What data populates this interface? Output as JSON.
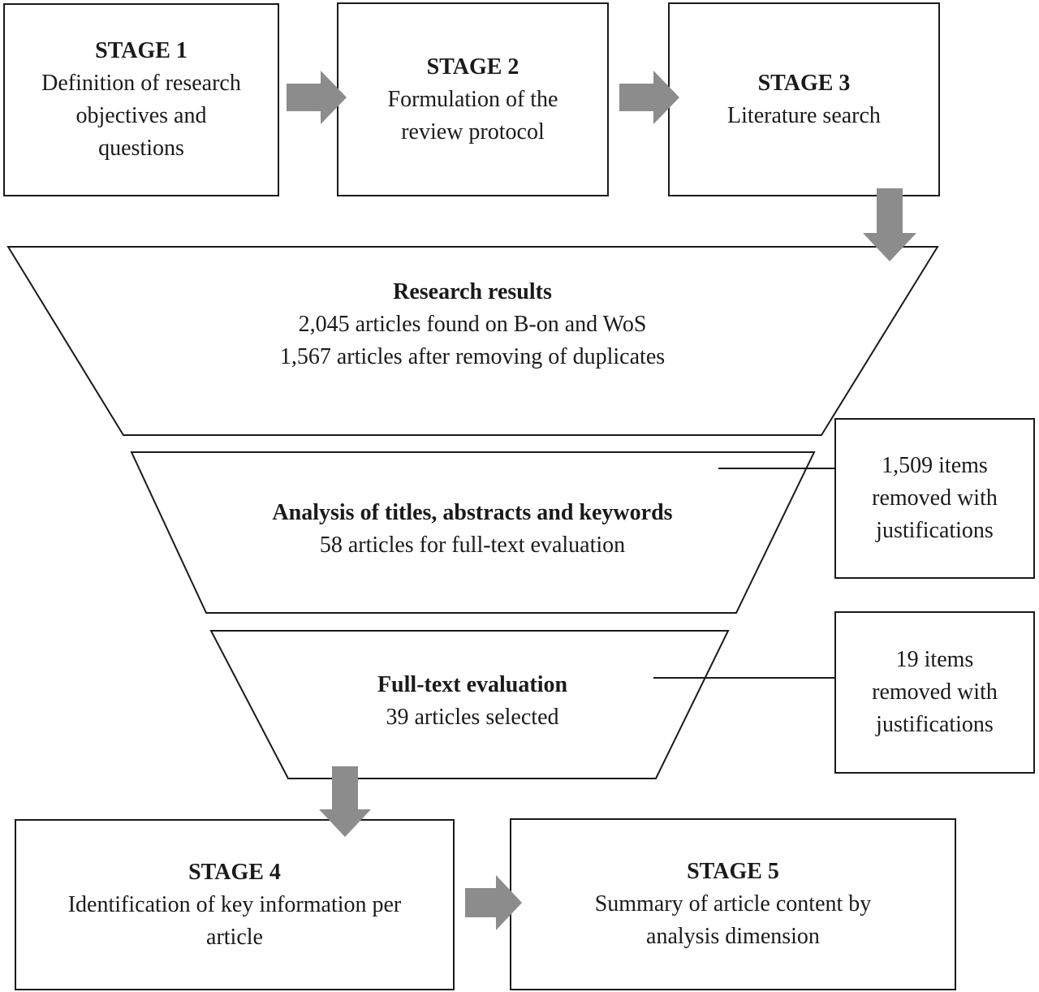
{
  "stages": [
    {
      "title": "STAGE 1",
      "description": "Definition of research\nobjectives and\nquestions"
    },
    {
      "title": "STAGE 2",
      "description": "Formulation of the\nreview protocol"
    },
    {
      "title": "STAGE 3",
      "description": "Literature search"
    },
    {
      "title": "STAGE 4",
      "description": "Identification of key information per\narticle"
    },
    {
      "title": "STAGE 5",
      "description": "Summary of article content by\nanalysis dimension"
    }
  ],
  "funnel": [
    {
      "title": "Research results",
      "detail": "2,045 articles found on B-on and WoS\n1,567 articles after removing of duplicates"
    },
    {
      "title": "Analysis of titles, abstracts and keywords",
      "detail": "58 articles for full-text evaluation"
    },
    {
      "title": "Full-text evaluation",
      "detail": "39 articles selected"
    }
  ],
  "side_notes": [
    {
      "text": "1,509 items\nremoved with\njustifications"
    },
    {
      "text": "19 items\nremoved with\njustifications"
    }
  ],
  "colors": {
    "arrow": "#8c8c8c",
    "border": "#1a1a1a",
    "background": "#ffffff"
  }
}
